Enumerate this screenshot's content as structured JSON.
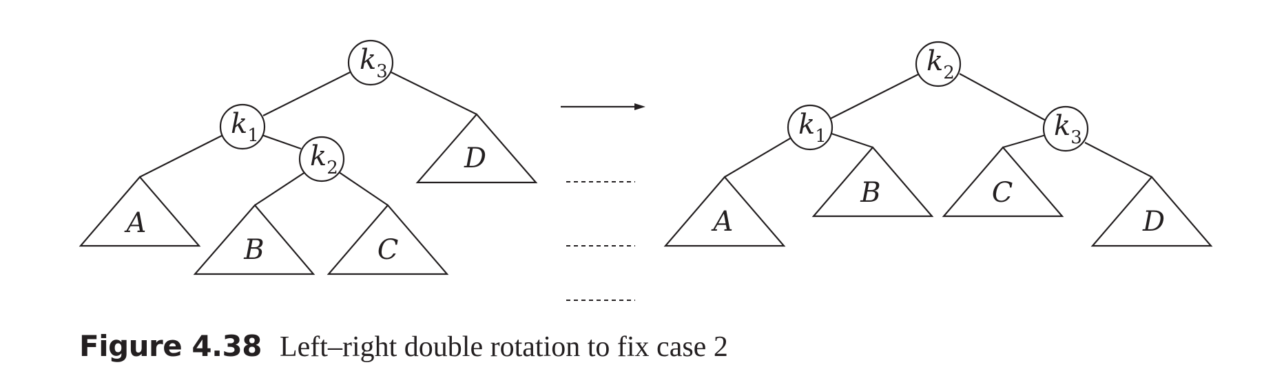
{
  "left_tree": {
    "nodes": [
      {
        "letter": "k",
        "sub": "3"
      },
      {
        "letter": "k",
        "sub": "1"
      },
      {
        "letter": "k",
        "sub": "2"
      }
    ],
    "subtrees": [
      "A",
      "B",
      "C",
      "D"
    ]
  },
  "right_tree": {
    "nodes": [
      {
        "letter": "k",
        "sub": "2"
      },
      {
        "letter": "k",
        "sub": "1"
      },
      {
        "letter": "k",
        "sub": "3"
      }
    ],
    "subtrees": [
      "A",
      "B",
      "C",
      "D"
    ]
  },
  "caption": {
    "number": "Figure 4.38",
    "text": "Left–right double rotation to fix case 2"
  }
}
